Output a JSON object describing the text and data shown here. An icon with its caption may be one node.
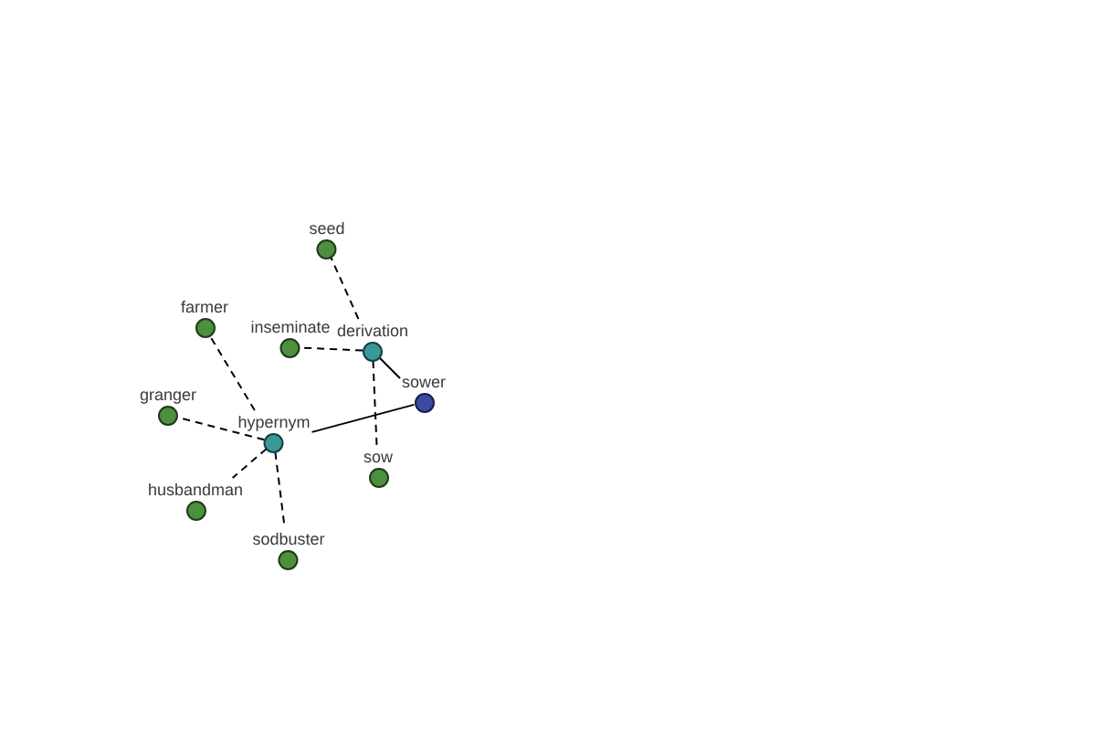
{
  "diagram": {
    "nodes": [
      {
        "text": [
          "seed"
        ]
      },
      {
        "text": [
          "farmer"
        ]
      },
      {
        "text": [
          "inseminate"
        ]
      },
      {
        "text": [
          "derivation"
        ]
      },
      {
        "text": [
          "sower"
        ]
      },
      {
        "text": [
          "granger"
        ]
      },
      {
        "text": [
          "hypernym"
        ]
      },
      {
        "text": [
          "sow"
        ]
      },
      {
        "text": [
          "husbandman"
        ]
      },
      {
        "text": [
          "sodbuster"
        ]
      }
    ],
    "edges": [
      {
        "from": 4,
        "to": 3,
        "arrow": "none"
      },
      {
        "from": 4,
        "to": 6,
        "arrow": "none"
      },
      {
        "from": 3,
        "to": 0,
        "arrow": "none",
        "style": "dashed"
      },
      {
        "from": 3,
        "to": 2,
        "arrow": "none",
        "style": "dashed"
      },
      {
        "from": 3,
        "to": 7,
        "arrow": "none",
        "style": "dashed"
      },
      {
        "from": 6,
        "to": 1,
        "arrow": "none",
        "style": "dashed"
      },
      {
        "from": 6,
        "to": 5,
        "arrow": "none",
        "style": "dashed"
      },
      {
        "from": 6,
        "to": 8,
        "arrow": "none",
        "style": "dashed"
      },
      {
        "from": 6,
        "to": 9,
        "arrow": "none",
        "style": "dashed"
      }
    ]
  }
}
